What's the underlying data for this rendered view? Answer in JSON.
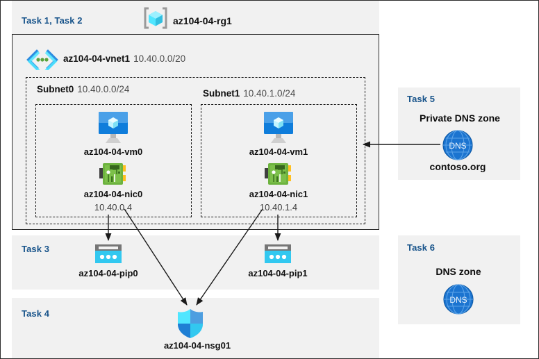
{
  "header": {
    "task_label": "Task 1, Task 2",
    "resource_group_name": "az104-04-rg1",
    "resource_group_icon": "resource-group-cube-icon"
  },
  "vnet": {
    "name": "az104-04-vnet1",
    "address_space": "10.40.0.0/20",
    "icon": "virtual-network-icon"
  },
  "subnets": [
    {
      "name": "Subnet0",
      "cidr": "10.40.0.0/24",
      "vm": {
        "name": "az104-04-vm0",
        "icon": "virtual-machine-icon"
      },
      "nic": {
        "name": "az104-04-nic0",
        "ip": "10.40.0.4",
        "icon": "network-interface-icon"
      }
    },
    {
      "name": "Subnet1",
      "cidr": "10.40.1.0/24",
      "vm": {
        "name": "az104-04-vm1",
        "icon": "virtual-machine-icon"
      },
      "nic": {
        "name": "az104-04-nic1",
        "ip": "10.40.1.4",
        "icon": "network-interface-icon"
      }
    }
  ],
  "task3": {
    "task_label": "Task 3",
    "public_ips": [
      {
        "name": "az104-04-pip0",
        "icon": "public-ip-address-icon"
      },
      {
        "name": "az104-04-pip1",
        "icon": "public-ip-address-icon"
      }
    ]
  },
  "task4": {
    "task_label": "Task 4",
    "nsg": {
      "name": "az104-04-nsg01",
      "icon": "network-security-group-shield-icon"
    }
  },
  "task5": {
    "task_label": "Task 5",
    "title": "Private DNS zone",
    "zone_name": "contoso.org",
    "icon": "dns-globe-icon",
    "icon_text": "DNS"
  },
  "task6": {
    "task_label": "Task 6",
    "title": "DNS zone",
    "icon": "dns-globe-icon",
    "icon_text": "DNS"
  },
  "colors": {
    "task_text": "#17538a",
    "panel_background": "#f1f1f1",
    "page_background": "#ffffff",
    "border": "#2b2b2b",
    "azure_blue": "#0078d4",
    "cyan": "#32c8f0",
    "nic_green": "#5aa23c",
    "dns_blue": "#1b74d0"
  }
}
